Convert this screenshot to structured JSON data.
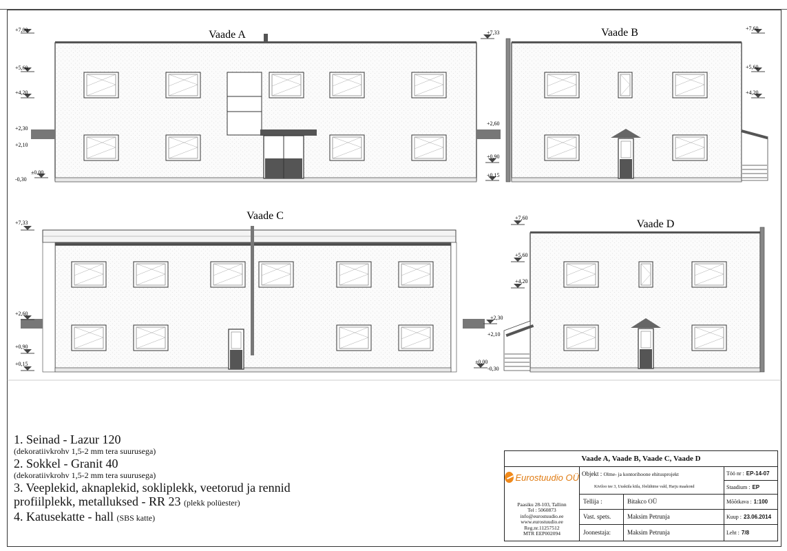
{
  "views": {
    "a": {
      "title": "Vaade A",
      "levels": {
        "l700": "+7,00",
        "l560": "+5,60",
        "l420": "+4,20",
        "l230": "+2,30",
        "l210": "+2,10",
        "l000": "±0,00",
        "lm030": "-0,30"
      }
    },
    "b": {
      "title": "Vaade B",
      "levels": {
        "l733": "+7,33",
        "l260": "+2,60",
        "l090": "+0,90",
        "l015": "+0,15",
        "l760": "+7,60",
        "l560": "+5,60",
        "l420": "+4,20"
      }
    },
    "c": {
      "title": "Vaade C",
      "levels": {
        "l733": "+7,33",
        "l260": "+2,60",
        "l090": "+0,90",
        "l015": "+0,15",
        "l230": "+2,30",
        "l210": "+2,10",
        "l000": "±0,00",
        "lm030": "-0,30"
      }
    },
    "d": {
      "title": "Vaade D",
      "levels": {
        "l760": "+7,60",
        "l560": "+5,60",
        "l420": "+4,20"
      }
    }
  },
  "notes": [
    {
      "main": "1. Seinad - Lazur 120",
      "sub": "(dekoratiivkrohv 1,5-2 mm tera suurusega)"
    },
    {
      "main": "2. Sokkel - Granit 40",
      "sub": "(dekoratiivkrohv 1,5-2 mm tera suurusega)"
    },
    {
      "main": "3. Veeplekid, aknaplekid, sokliplekk, veetorud ja rennid",
      "sub": ""
    },
    {
      "main": "profiilplekk, metalluksed - RR 23",
      "small": "(plekk polüester)"
    },
    {
      "main": "4. Katusekatte - hall",
      "small": "(SBS katte)"
    }
  ],
  "title_block": {
    "title": "Vaade A, Vaade B, Vaade C, Vaade D",
    "company": "Eurostuudio OÜ",
    "address": [
      "Paasiku 28-103, Tallinn",
      "Tel : 5060873",
      "info@eurostuudio.ee",
      "www.eurostuudio.ee",
      "Reg.nr.11257512",
      "MTR EEP002094"
    ],
    "object_label": "Objekt :",
    "object_value": "Olme- ja kontorihoone ehitusprojekt",
    "object_address": "Kiviloo tee 3, Uuskülа küla, Jõelähtme vald, Harju maakond",
    "rows": [
      {
        "label": "Tellija :",
        "value": "Bitakco OÜ"
      },
      {
        "label": "Vast. spets.",
        "value": "Maksim Petrunja"
      },
      {
        "label": "Joonestaja:",
        "value": "Maksim Petrunja"
      }
    ],
    "right": [
      {
        "label": "Töö nr :",
        "value": "EP-14-07"
      },
      {
        "label": "Staadium :",
        "value": "EP"
      },
      {
        "label": "Mõõtkava :",
        "value": "1:100"
      },
      {
        "label": "Kuup :",
        "value": "23.06.2014"
      },
      {
        "label": "Leht :",
        "value": "7/8"
      }
    ]
  }
}
